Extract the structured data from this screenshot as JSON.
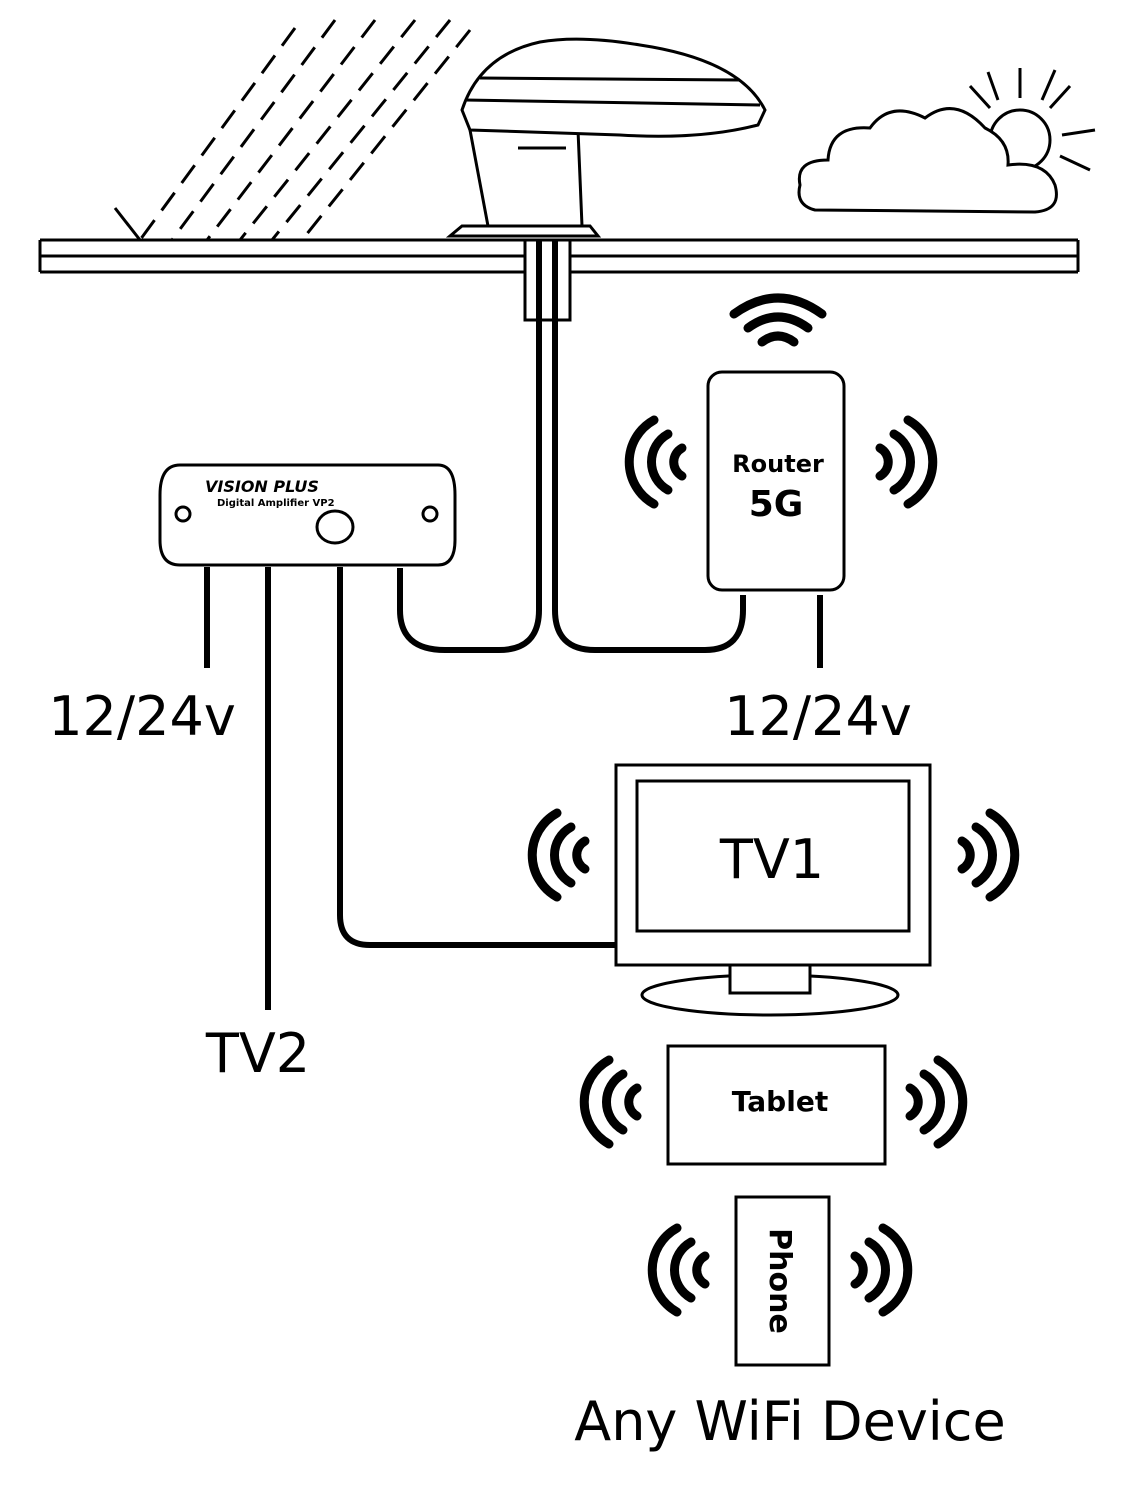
{
  "amplifier": {
    "brand": "VISION PLUS",
    "model": "Digital Amplifier VP2"
  },
  "router": {
    "line1": "Router",
    "line2": "5G"
  },
  "labels": {
    "amp_power": "12/24v",
    "router_power": "12/24v",
    "tv1": "TV1",
    "tv2": "TV2",
    "tablet": "Tablet",
    "phone": "Phone",
    "wifi_caption": "Any WiFi Device"
  },
  "colors": {
    "line": "#000000",
    "background": "#ffffff"
  }
}
